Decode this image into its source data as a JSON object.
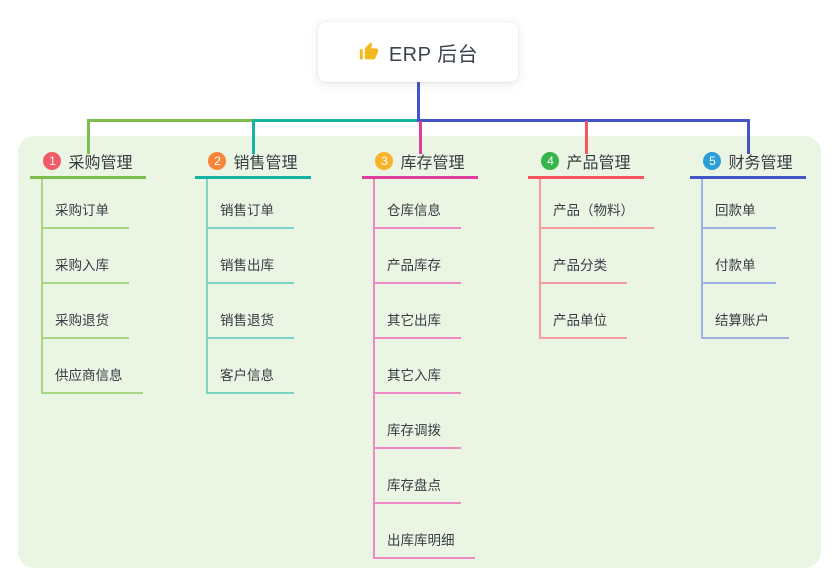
{
  "root": {
    "title": "ERP 后台",
    "icon": "thumbs-up-icon",
    "icon_color": "#f4b81d",
    "stem_color": "#4355c6"
  },
  "panel": {
    "bg": "#eaf6e3"
  },
  "text_color": "#363c42",
  "branches": [
    {
      "badge": "1",
      "badge_color": "#f15b68",
      "label": "采购管理",
      "line_color": "#7cbd4d",
      "child_line_color": "#a9d687",
      "children": [
        "采购订单",
        "采购入库",
        "采购退货",
        "供应商信息"
      ]
    },
    {
      "badge": "2",
      "badge_color": "#f7853c",
      "label": "销售管理",
      "line_color": "#16b3a3",
      "child_line_color": "#7fd3c9",
      "children": [
        "销售订单",
        "销售出库",
        "销售退货",
        "客户信息"
      ]
    },
    {
      "badge": "3",
      "badge_color": "#f7b32b",
      "label": "库存管理",
      "line_color": "#df3d9c",
      "child_line_color": "#ef8ac4",
      "children": [
        "仓库信息",
        "产品库存",
        "其它出库",
        "其它入库",
        "库存调拨",
        "库存盘点",
        "出库库明细"
      ]
    },
    {
      "badge": "4",
      "badge_color": "#35b54a",
      "label": "产品管理",
      "line_color": "#f4555f",
      "child_line_color": "#f89ba1",
      "children": [
        "产品（物料）",
        "产品分类",
        "产品单位"
      ]
    },
    {
      "badge": "5",
      "badge_color": "#2ba0d8",
      "label": "财务管理",
      "line_color": "#4355c6",
      "child_line_color": "#9db1e8",
      "children": [
        "回款单",
        "付款单",
        "结算账户"
      ]
    }
  ]
}
